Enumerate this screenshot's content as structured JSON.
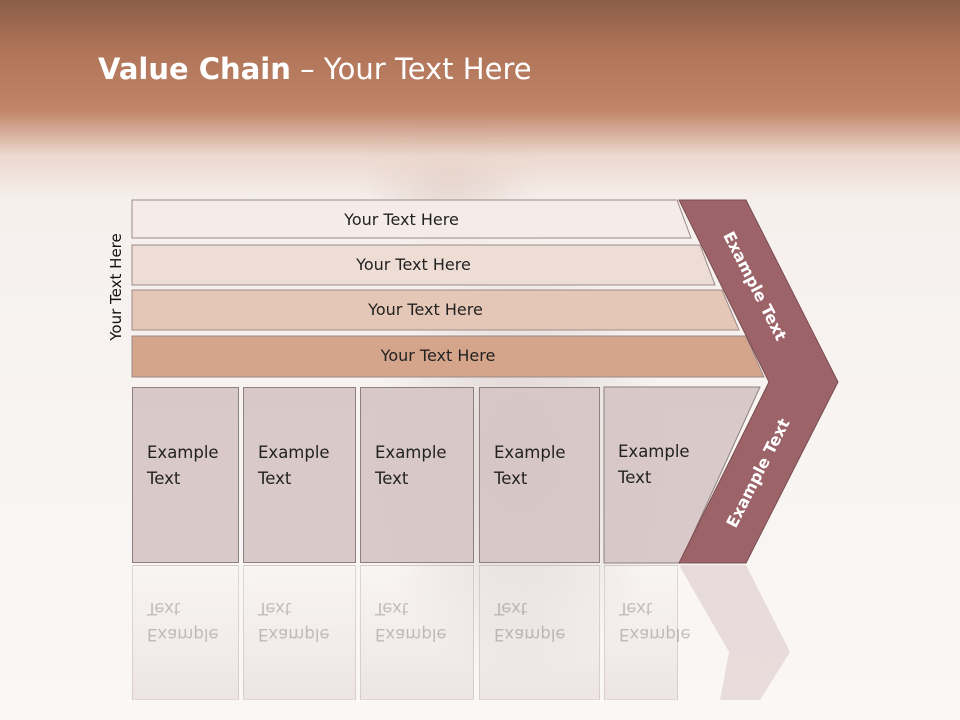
{
  "title": {
    "bold": "Value Chain",
    "rest": " – Your Text Here"
  },
  "side_label": "Your Text Here",
  "bars": [
    {
      "label": "Your Text Here",
      "color": "#f5ece9"
    },
    {
      "label": "Your Text Here",
      "color": "#eeddd4"
    },
    {
      "label": "Your Text Here",
      "color": "#e5c7b7"
    },
    {
      "label": "Your Text Here",
      "color": "#d4a48b"
    }
  ],
  "columns": [
    {
      "line1": "Example",
      "line2": "Text"
    },
    {
      "line1": "Example",
      "line2": "Text"
    },
    {
      "line1": "Example",
      "line2": "Text"
    },
    {
      "line1": "Example",
      "line2": "Text"
    },
    {
      "line1": "Example",
      "line2": "Text"
    }
  ],
  "chevron": {
    "upper_label": "Example Text",
    "lower_label": "Example Text",
    "color": "#9c6468"
  }
}
